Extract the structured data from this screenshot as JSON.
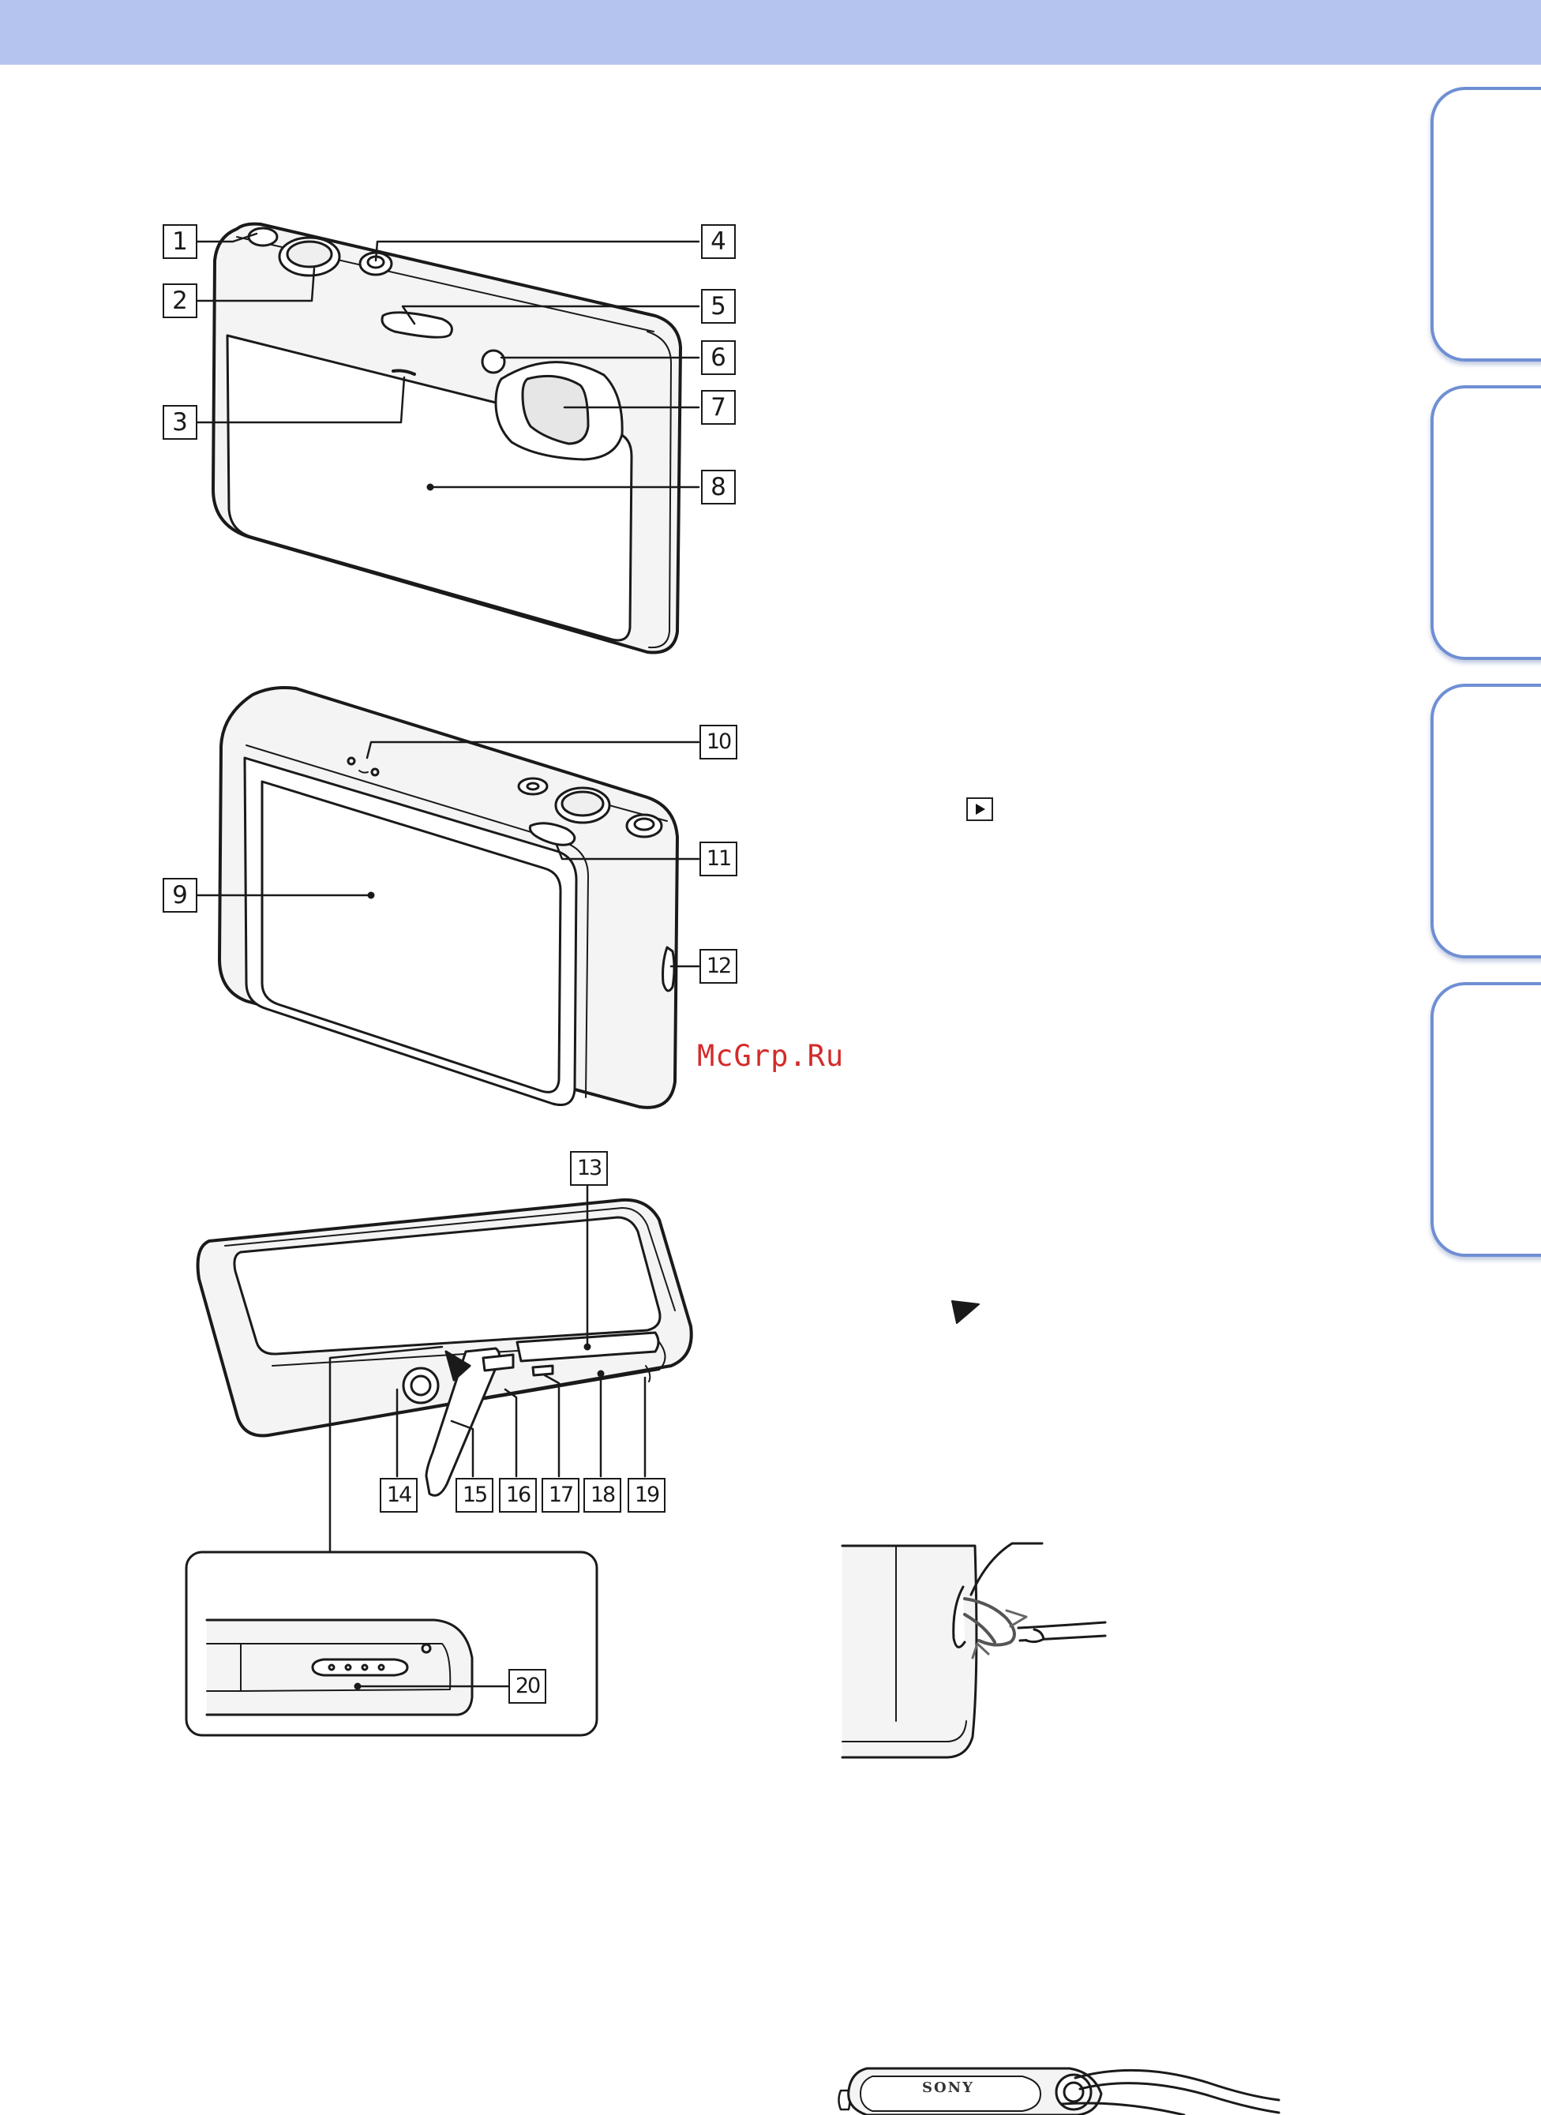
{
  "colors": {
    "header": "#b5c4ee",
    "tab_border": "#6f8fd3",
    "watermark": "#d32b2b",
    "line_art": "#1a1a1a"
  },
  "side_tabs": [
    "",
    "",
    "",
    ""
  ],
  "callouts": {
    "c1": "1",
    "c2": "2",
    "c3": "3",
    "c4": "4",
    "c5": "5",
    "c6": "6",
    "c7": "7",
    "c8": "8",
    "c9": "9",
    "c10": "10",
    "c11": "11",
    "c12": "12",
    "c13": "13",
    "c14": "14",
    "c15": "15",
    "c16": "16",
    "c17": "17",
    "c18": "18",
    "c19": "19",
    "c20": "20"
  },
  "watermark": "McGrp.Ru",
  "strap_logo": "SONY",
  "icons": {
    "playback": "playback-button-icon",
    "triangle_mark": "triangle-mark-icon"
  }
}
